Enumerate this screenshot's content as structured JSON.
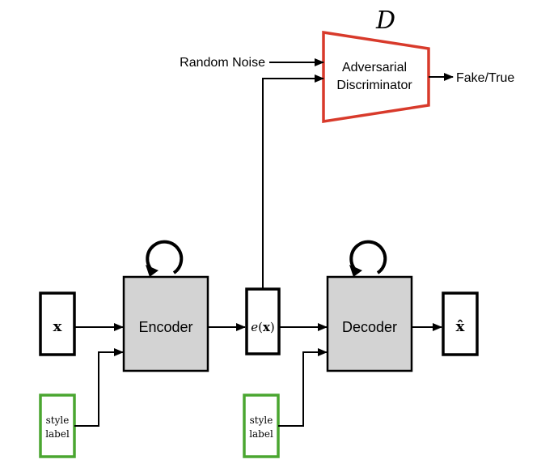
{
  "discriminator": {
    "symbol": "D",
    "line1": "Adversarial",
    "line2": "Discriminator",
    "border_color": "#d83a2b"
  },
  "labels": {
    "random_noise": "Random Noise",
    "output": "Fake/True"
  },
  "encoder": {
    "label": "Encoder",
    "fill": "#d3d3d3"
  },
  "decoder": {
    "label": "Decoder",
    "fill": "#d3d3d3"
  },
  "nodes": {
    "input": "x",
    "latent": "e(x)",
    "latent_func": "e",
    "latent_open": "(",
    "latent_var": "x",
    "latent_close": ")",
    "output": "x̂"
  },
  "style_label_encoder": {
    "line1": "style",
    "line2": "label",
    "border_color": "#4aa630"
  },
  "style_label_decoder": {
    "line1": "style",
    "line2": "label",
    "border_color": "#4aa630"
  }
}
